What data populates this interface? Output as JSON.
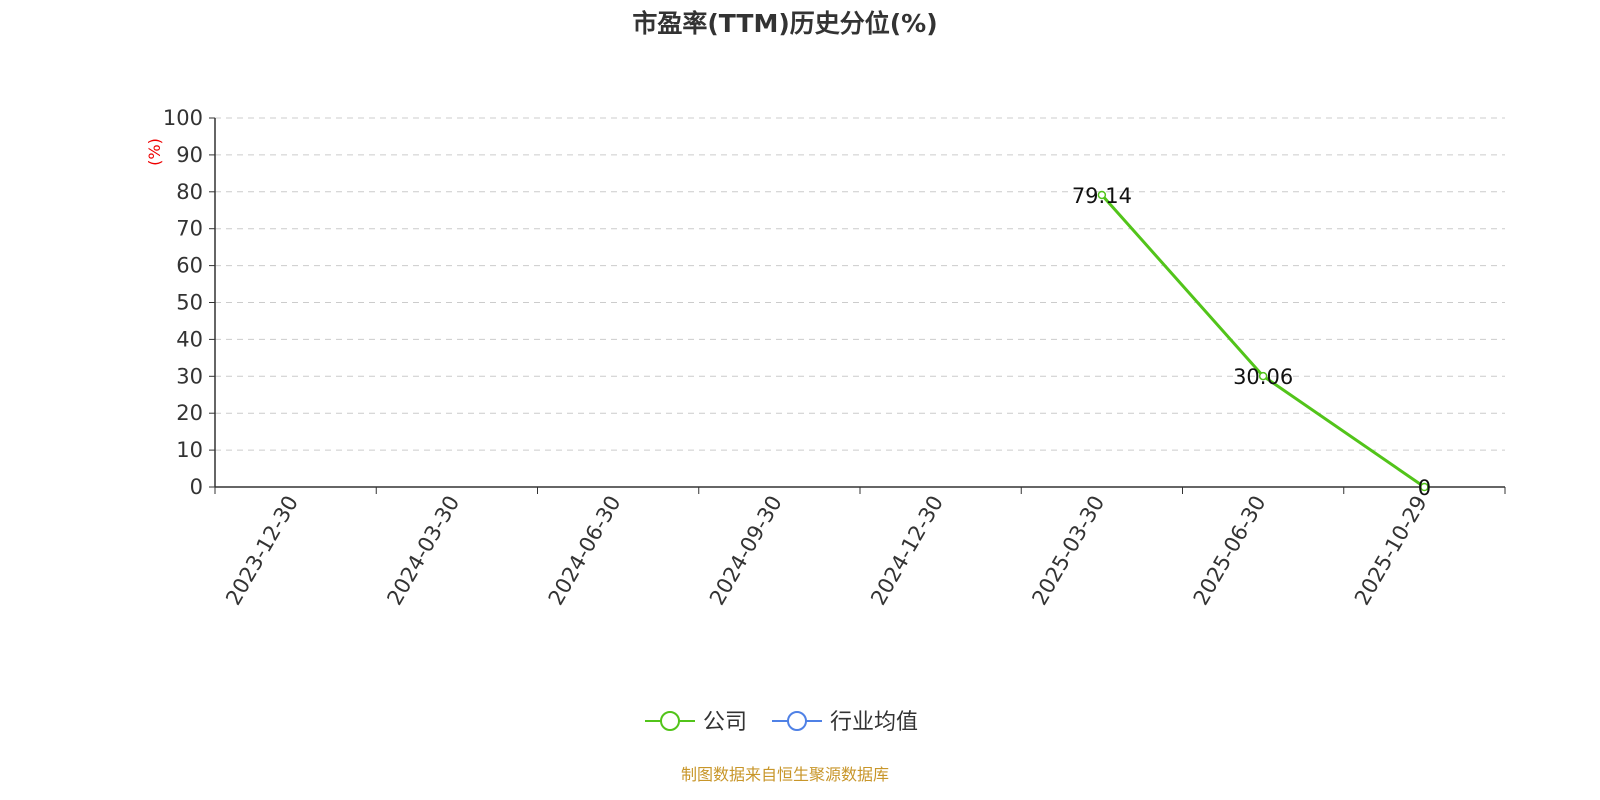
{
  "chart_data": {
    "type": "line",
    "title": "市盈率(TTM)历史分位(%)",
    "ylabel": "(%)",
    "xlabel": "",
    "ylim": [
      0,
      100
    ],
    "yticks": [
      "0",
      "10",
      "20",
      "30",
      "40",
      "50",
      "60",
      "70",
      "80",
      "90",
      "100"
    ],
    "categories": [
      "2023-12-30",
      "2024-03-30",
      "2024-06-30",
      "2024-09-30",
      "2024-12-30",
      "2025-03-30",
      "2025-06-30",
      "2025-10-29"
    ],
    "grid": true,
    "legend_position": "bottom",
    "series": [
      {
        "name": "公司",
        "color": "#52c41a",
        "values": [
          null,
          null,
          null,
          null,
          null,
          79.14,
          30.06,
          0
        ],
        "labels": [
          "",
          "",
          "",
          "",
          "",
          "79.14",
          "30.06",
          "0"
        ]
      },
      {
        "name": "行业均值",
        "color": "#4f81e6",
        "values": [
          null,
          null,
          null,
          null,
          null,
          null,
          null,
          null
        ],
        "labels": []
      }
    ]
  },
  "footer": "制图数据来自恒生聚源数据库"
}
